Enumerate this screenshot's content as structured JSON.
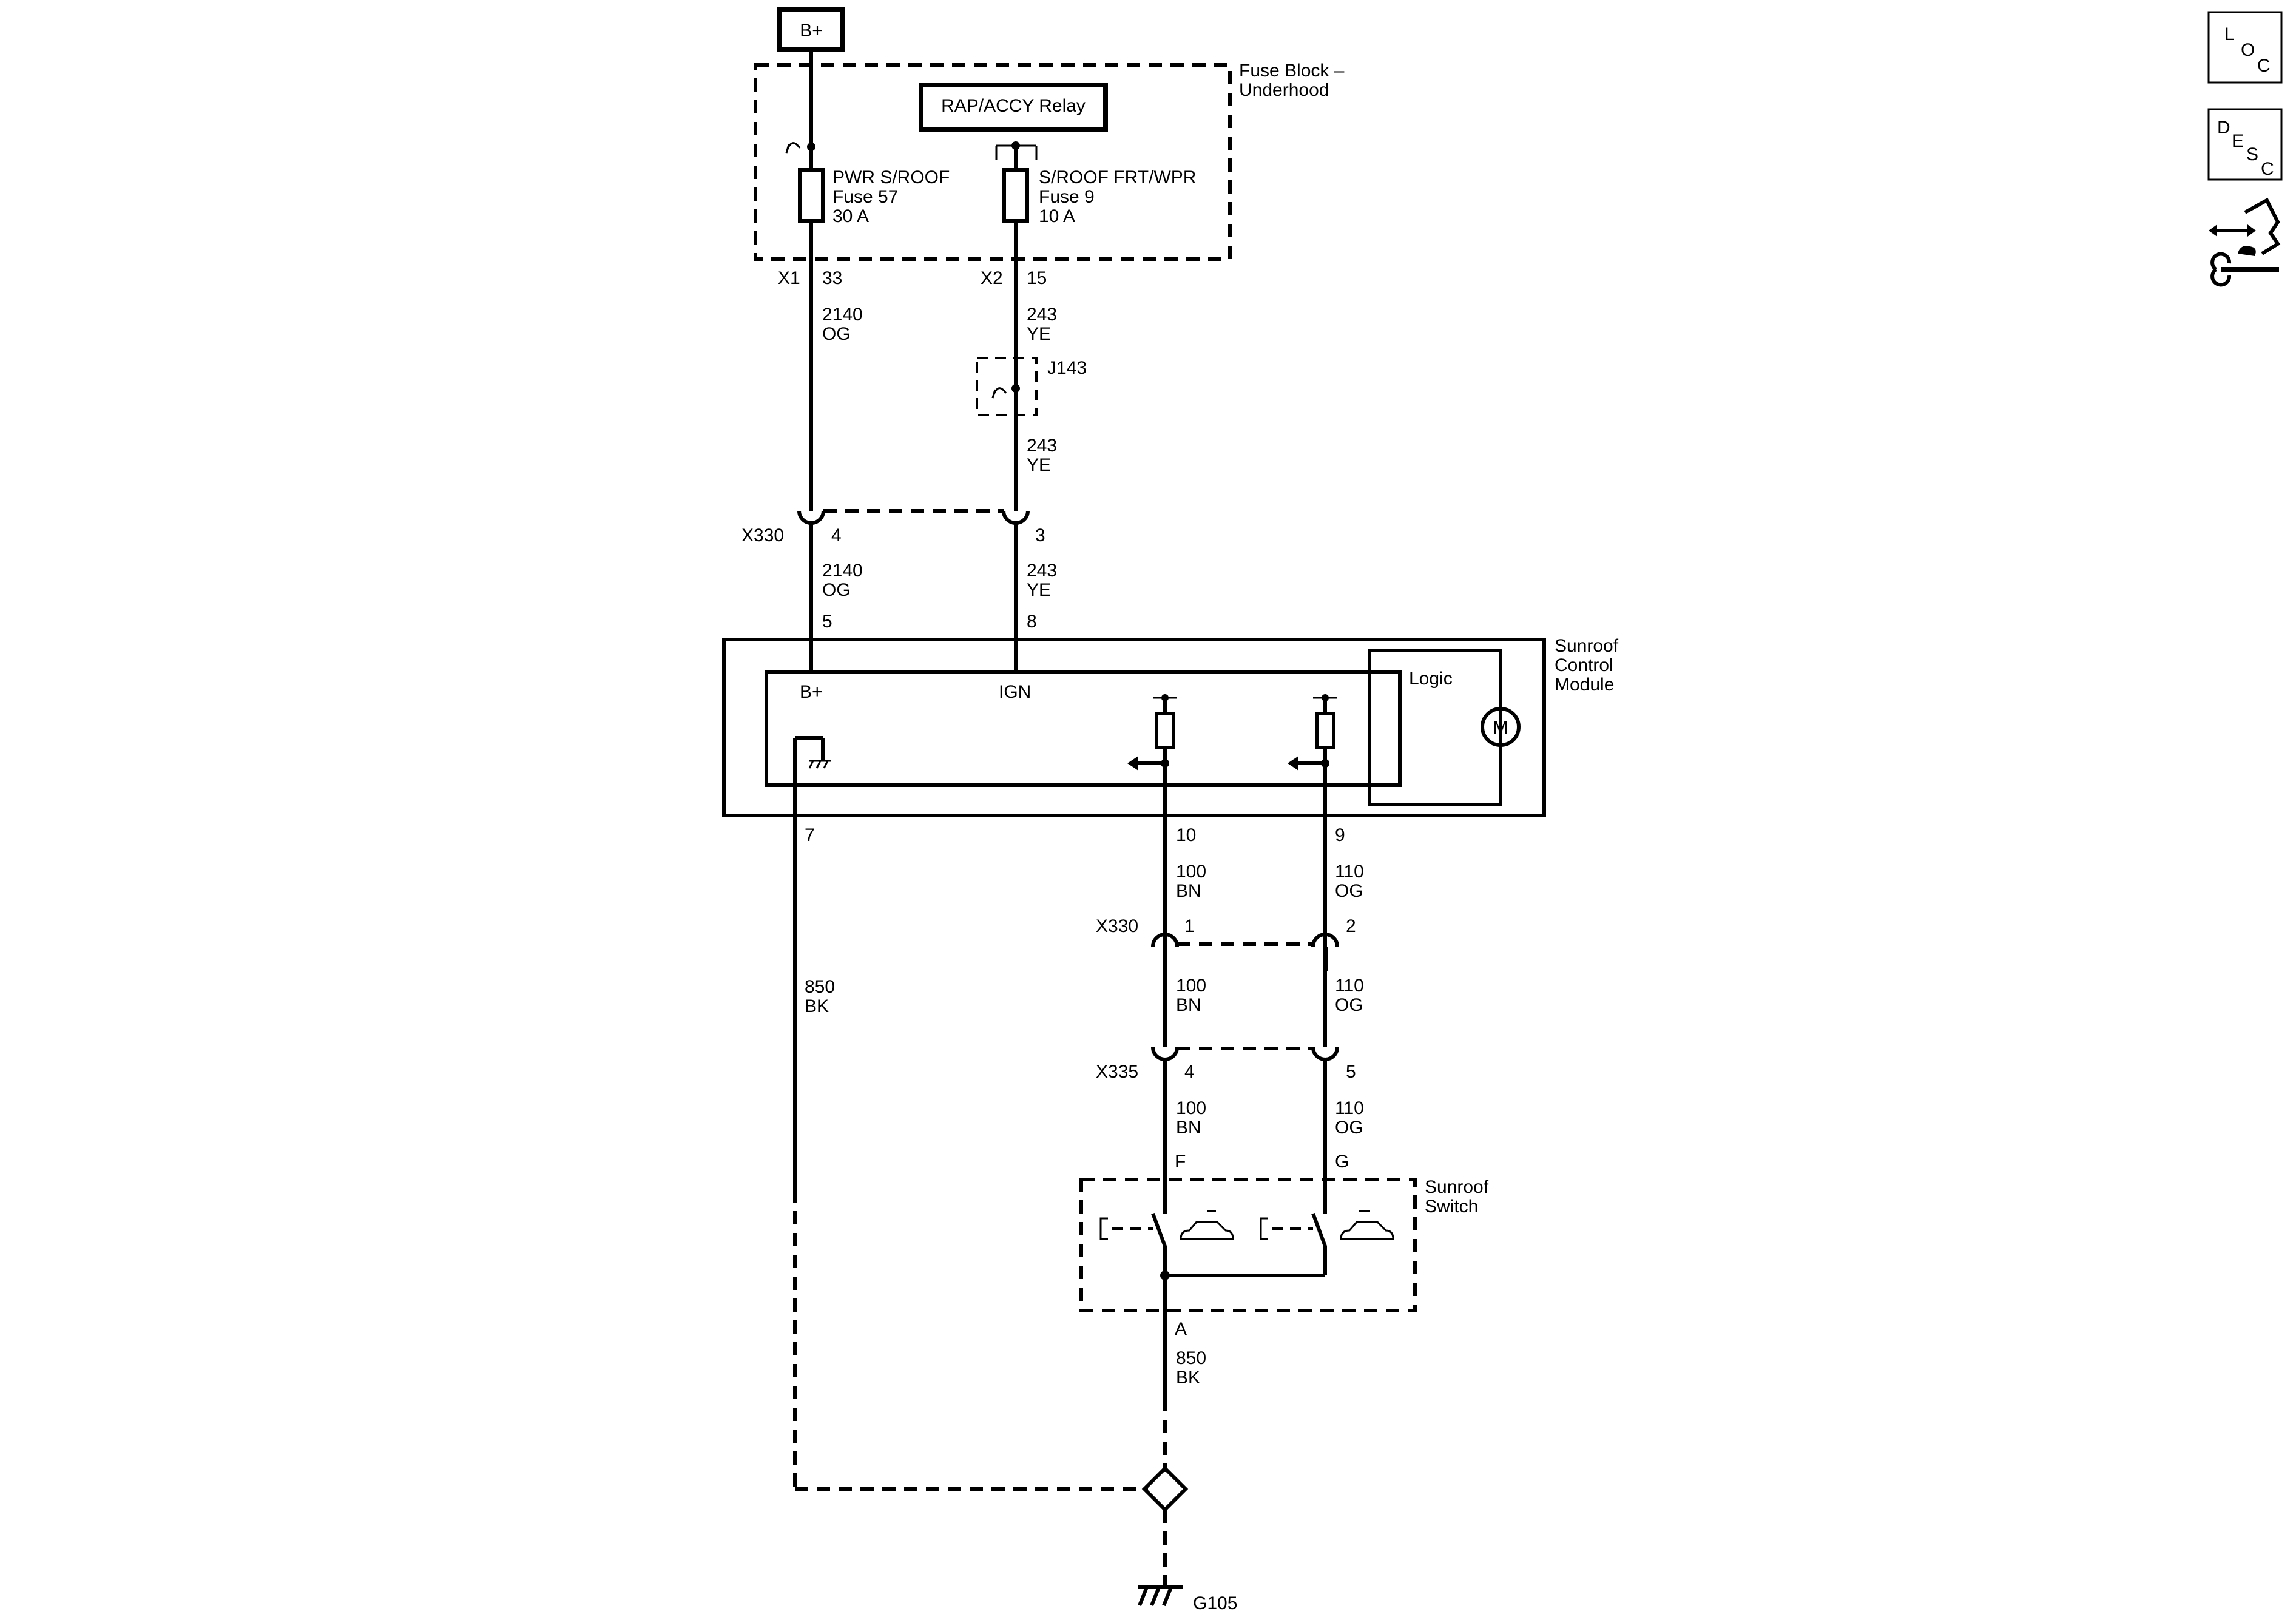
{
  "power_source": "B+",
  "fuse_block": {
    "title_line1": "Fuse Block –",
    "title_line2": "Underhood",
    "relay": "RAP/ACCY Relay",
    "fuse_a": {
      "name": "PWR S/ROOF",
      "number": "Fuse 57",
      "rating": "30 A"
    },
    "fuse_b": {
      "name": "S/ROOF FRT/WPR",
      "number": "Fuse 9",
      "rating": "10 A"
    },
    "conn_a": "X1",
    "pin_a": "33",
    "conn_b": "X2",
    "pin_b": "15"
  },
  "wires": {
    "w2140": {
      "circuit": "2140",
      "color": "OG"
    },
    "w243": {
      "circuit": "243",
      "color": "YE"
    },
    "w100": {
      "circuit": "100",
      "color": "BN"
    },
    "w110": {
      "circuit": "110",
      "color": "OG"
    },
    "w850": {
      "circuit": "850",
      "color": "BK"
    }
  },
  "splice": "J143",
  "inline_connectors": {
    "x330": "X330",
    "x335": "X335",
    "x330_top_pins": [
      "4",
      "3"
    ],
    "x330_bottom_pins": [
      "1",
      "2"
    ],
    "x335_pins": [
      "4",
      "5"
    ]
  },
  "module": {
    "title_line1": "Sunroof",
    "title_line2": "Control",
    "title_line3": "Module",
    "logic": "Logic",
    "motor": "M",
    "label_bplus": "B+",
    "label_ign": "IGN",
    "pins": {
      "bplus": "5",
      "ign": "8",
      "ground": "7",
      "sw1": "10",
      "sw2": "9"
    }
  },
  "switch": {
    "title_line1": "Sunroof",
    "title_line2": "Switch",
    "pin_f": "F",
    "pin_g": "G",
    "pin_a": "A"
  },
  "ground": "G105",
  "side_icons": {
    "loc": [
      "L",
      "O",
      "C"
    ],
    "desc": [
      "D",
      "E",
      "S",
      "C"
    ],
    "tool": "connector-repair-icon"
  }
}
